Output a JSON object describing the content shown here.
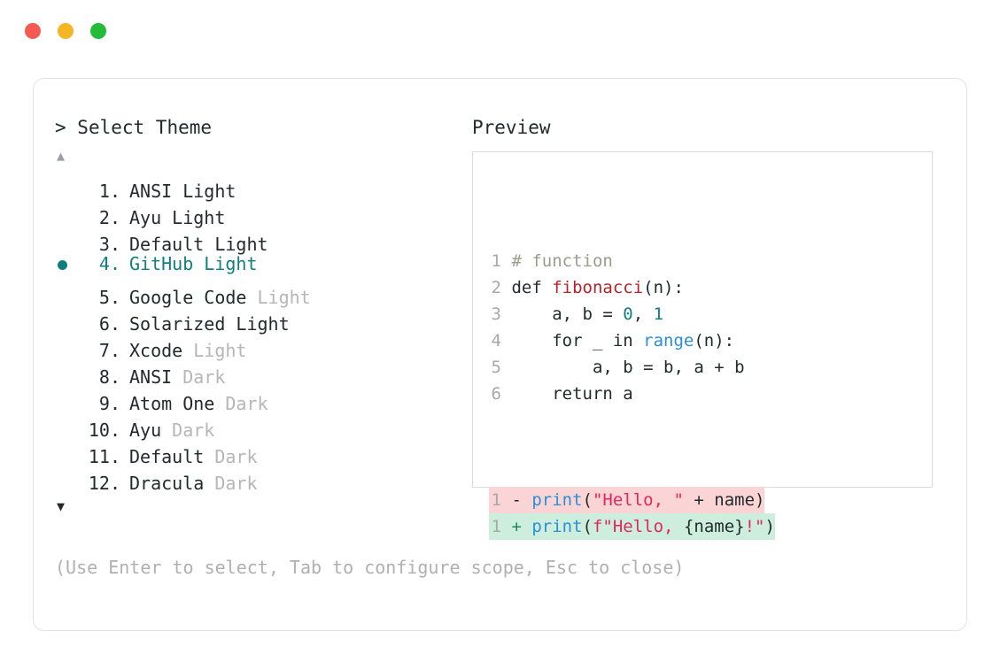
{
  "window": {
    "traffic_lights": [
      {
        "name": "close-button",
        "color": "#f45a52"
      },
      {
        "name": "minimize-button",
        "color": "#f6b524"
      },
      {
        "name": "maximize-button",
        "color": "#22bb3a"
      }
    ]
  },
  "selector": {
    "prompt": "> ",
    "title": "Select Theme",
    "scroll_up_icon": "▲",
    "scroll_down_icon": "▼",
    "selected_index": 4,
    "selected_bullet": "●",
    "accent_color": "#0f7f7e",
    "muted_color": "#b6b6b6",
    "items": [
      {
        "index": "1.",
        "name": "ANSI",
        "suffix": "Light",
        "suffix_muted": false
      },
      {
        "index": "2.",
        "name": "Ayu",
        "suffix": "Light",
        "suffix_muted": false
      },
      {
        "index": "3.",
        "name": "Default",
        "suffix": "Light",
        "suffix_muted": false
      },
      {
        "index": "4.",
        "name": "GitHub",
        "suffix": "Light",
        "suffix_muted": false
      },
      {
        "index": "5.",
        "name": "Google Code",
        "suffix": "Light",
        "suffix_muted": true
      },
      {
        "index": "6.",
        "name": "Solarized",
        "suffix": "Light",
        "suffix_muted": false
      },
      {
        "index": "7.",
        "name": "Xcode",
        "suffix": "Light",
        "suffix_muted": true
      },
      {
        "index": "8.",
        "name": "ANSI",
        "suffix": "Dark",
        "suffix_muted": true
      },
      {
        "index": "9.",
        "name": "Atom One",
        "suffix": "Dark",
        "suffix_muted": true
      },
      {
        "index": "10.",
        "name": "Ayu",
        "suffix": "Dark",
        "suffix_muted": true
      },
      {
        "index": "11.",
        "name": "Default",
        "suffix": "Dark",
        "suffix_muted": true
      },
      {
        "index": "12.",
        "name": "Dracula",
        "suffix": "Dark",
        "suffix_muted": true
      }
    ],
    "hint": "(Use Enter to select, Tab to configure scope, Esc to close)"
  },
  "preview": {
    "title": "Preview",
    "code_lines": [
      {
        "num": "1",
        "tokens": [
          {
            "t": " # function",
            "c": "comment"
          }
        ]
      },
      {
        "num": "2",
        "tokens": [
          {
            "t": " def ",
            "c": "default"
          },
          {
            "t": "fibonacci",
            "c": "func"
          },
          {
            "t": "(n):",
            "c": "punct"
          }
        ]
      },
      {
        "num": "3",
        "tokens": [
          {
            "t": "     a, b = ",
            "c": "default"
          },
          {
            "t": "0",
            "c": "num"
          },
          {
            "t": ", ",
            "c": "default"
          },
          {
            "t": "1",
            "c": "num"
          }
        ]
      },
      {
        "num": "4",
        "tokens": [
          {
            "t": "     for _ in ",
            "c": "default"
          },
          {
            "t": "range",
            "c": "builtin"
          },
          {
            "t": "(n):",
            "c": "punct"
          }
        ]
      },
      {
        "num": "5",
        "tokens": [
          {
            "t": "         a, b = b, a + b",
            "c": "default"
          }
        ]
      },
      {
        "num": "6",
        "tokens": [
          {
            "t": "     return a",
            "c": "default"
          }
        ]
      }
    ],
    "diff_lines": [
      {
        "num": "1",
        "kind": "removed",
        "sign": " - ",
        "background": "#fbd5d5",
        "tokens": [
          {
            "t": "print",
            "c": "builtin"
          },
          {
            "t": "(",
            "c": "punct"
          },
          {
            "t": "\"Hello, \"",
            "c": "str"
          },
          {
            "t": " + name",
            "c": "default"
          },
          {
            "t": ")",
            "c": "punct"
          }
        ]
      },
      {
        "num": "1",
        "kind": "added",
        "sign": " + ",
        "background": "#cdeedd",
        "tokens": [
          {
            "t": "print",
            "c": "builtin"
          },
          {
            "t": "(",
            "c": "punct"
          },
          {
            "t": "f\"Hello, ",
            "c": "str"
          },
          {
            "t": "{name}",
            "c": "default"
          },
          {
            "t": "!\"",
            "c": "str"
          },
          {
            "t": ")",
            "c": "punct"
          }
        ]
      }
    ]
  }
}
